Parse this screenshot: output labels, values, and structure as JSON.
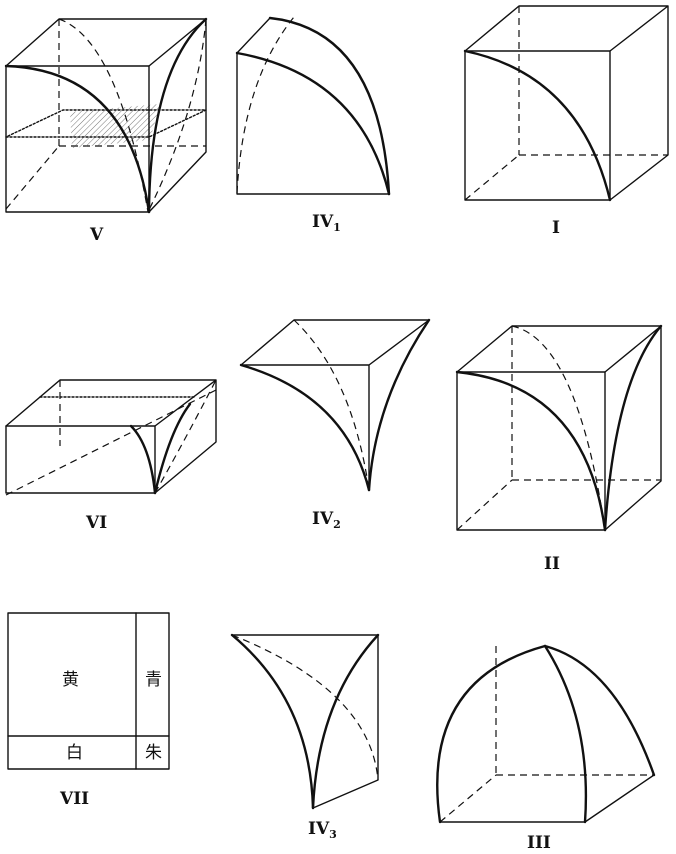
{
  "figures": [
    {
      "id": "V",
      "label": "V"
    },
    {
      "id": "IV1",
      "label": "IV",
      "subscript": "1"
    },
    {
      "id": "I",
      "label": "I"
    },
    {
      "id": "VI",
      "label": "VI"
    },
    {
      "id": "IV2",
      "label": "IV",
      "subscript": "2"
    },
    {
      "id": "II",
      "label": "II"
    },
    {
      "id": "VII",
      "label": "VII",
      "regions": {
        "top_left": "黄",
        "top_right": "青",
        "bottom_left": "白",
        "bottom_right": "朱"
      }
    },
    {
      "id": "IV3",
      "label": "IV",
      "subscript": "3"
    },
    {
      "id": "III",
      "label": "III"
    }
  ]
}
